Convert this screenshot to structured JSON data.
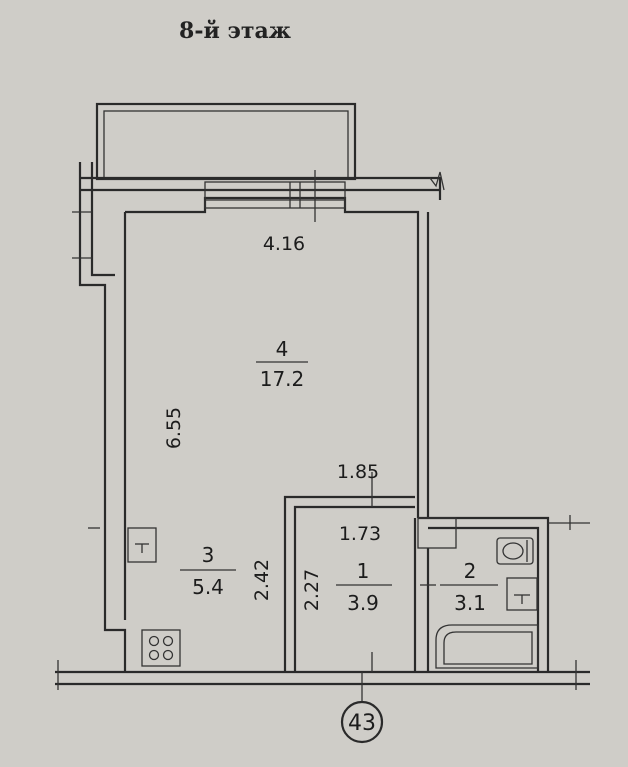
{
  "floor_label": "8-й этаж",
  "rooms": {
    "living": {
      "number": "4",
      "area": "17.2"
    },
    "kitchen": {
      "number": "3",
      "area": "5.4"
    },
    "hall": {
      "number": "1",
      "area": "3.9"
    },
    "bathroom": {
      "number": "2",
      "area": "3.1"
    }
  },
  "dimensions": {
    "living_width": "4.16",
    "living_length": "6.55",
    "hall_top_outer": "1.85",
    "hall_top_inner": "1.73",
    "kitchen_side": "2.42",
    "hall_side": "2.27"
  },
  "axis_marker": "43"
}
